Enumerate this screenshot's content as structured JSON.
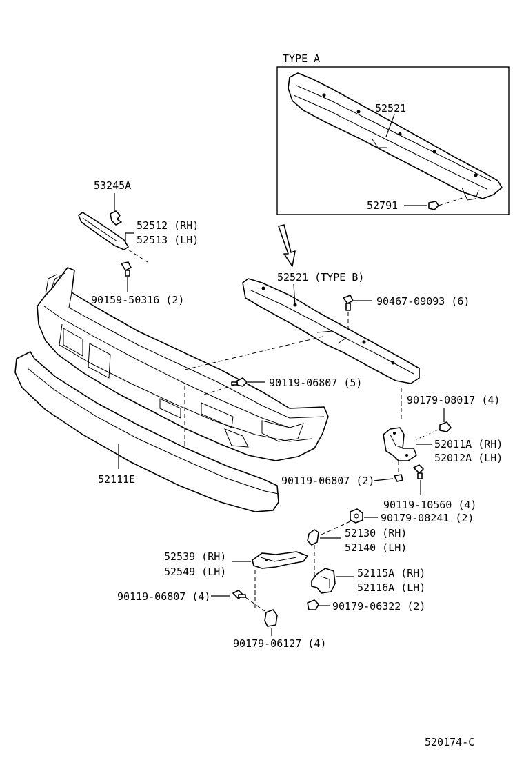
{
  "diagram": {
    "type_a_label": "TYPE  A",
    "ref_code": "520174-C",
    "labels": {
      "p52521_a": "52521",
      "p52791": "52791",
      "p53245a": "53245A",
      "p52512": "52512 (RH)",
      "p52513": "52513 (LH)",
      "p90159": "90159-50316 (2)",
      "p52521_b": "52521 (TYPE  B)",
      "p90467": "90467-09093 (6)",
      "p90119_5": "90119-06807 (5)",
      "p90179_08017": "90179-08017 (4)",
      "p52011a": "52011A (RH)",
      "p52012a": "52012A (LH)",
      "p90119_2": "90119-06807 (2)",
      "p90119_10560": "90119-10560 (4)",
      "p52111e": "52111E",
      "p90179_08241": "90179-08241 (2)",
      "p52130": "52130 (RH)",
      "p52140": "52140 (LH)",
      "p52539": "52539 (RH)",
      "p52549": "52549 (LH)",
      "p52115a": "52115A (RH)",
      "p52116a": "52116A (LH)",
      "p90119_4": "90119-06807 (4)",
      "p90179_06322": "90179-06322 (2)",
      "p90179_06127": "90179-06127 (4)"
    }
  }
}
